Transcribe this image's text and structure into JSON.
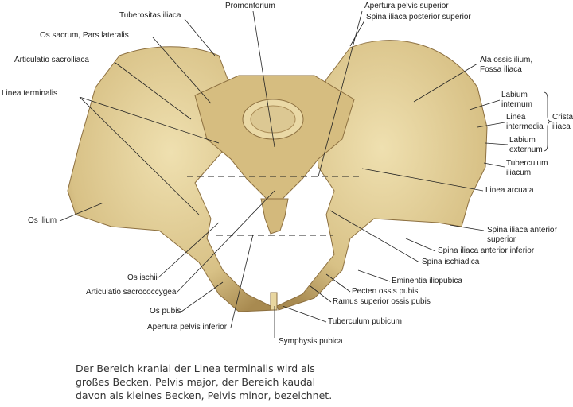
{
  "labels": {
    "promontorium": "Promontorium",
    "tuberositas_iliaca": "Tuberositas iliaca",
    "os_sacrum": "Os sacrum, Pars lateralis",
    "art_sacroiliaca": "Articulatio sacroiliaca",
    "linea_terminalis": "Linea terminalis",
    "os_ilium": "Os ilium",
    "apertura_sup": "Apertura pelvis superior",
    "spina_post_sup": "Spina iliaca posterior superior",
    "ala_1": "Ala ossis ilium,",
    "ala_2": "Fossa iliaca",
    "labium_int_1": "Labium",
    "labium_int_2": "internum",
    "linea_int_1": "Linea",
    "linea_int_2": "intermedia",
    "labium_ext_1": "Labium",
    "labium_ext_2": "externum",
    "crista_1": "Crista",
    "crista_2": "iliaca",
    "tuberculum_il_1": "Tuberculum",
    "tuberculum_il_2": "iliacum",
    "linea_arcuata": "Linea arcuata",
    "spina_ant_sup_1": "Spina iliaca anterior",
    "spina_ant_sup_2": "superior",
    "spina_ant_inf": "Spina iliaca anterior inferior",
    "spina_ischiadica": "Spina ischiadica",
    "eminentia": "Eminentia iliopubica",
    "pecten": "Pecten ossis pubis",
    "ramus_sup": "Ramus superior ossis pubis",
    "tuberculum_pub": "Tuberculum pubicum",
    "symphysis": "Symphysis pubica",
    "os_ischii": "Os ischii",
    "art_sacrococcygea": "Articulatio sacrococcygea",
    "os_pubis": "Os pubis",
    "apertura_inf": "Apertura pelvis inferior"
  },
  "caption": [
    "Der Bereich kranial der Linea terminalis wird als",
    "großes Becken, Pelvis major, der Bereich kaudal",
    "davon als kleines Becken, Pelvis minor, bezeichnet."
  ],
  "colors": {
    "bone": "#dcc68e",
    "bone_dark": "#b89a5c",
    "line": "#222222"
  }
}
